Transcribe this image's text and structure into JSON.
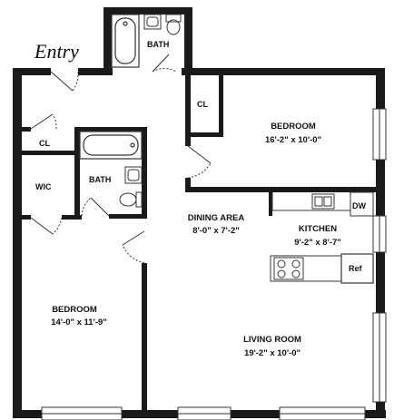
{
  "floorplan": {
    "entry_label": "Entry",
    "rooms": {
      "top_bath": {
        "name": "BATH"
      },
      "closet_right": {
        "name": "CL"
      },
      "bedroom_right": {
        "name": "BEDROOM",
        "size": "16'-2\" x 10'-0\""
      },
      "closet_left": {
        "name": "CL"
      },
      "walk_in_closet": {
        "name": "WIC"
      },
      "middle_bath": {
        "name": "BATH"
      },
      "dining": {
        "name": "DINING AREA",
        "size": "8'-0\" x 7'-2\""
      },
      "kitchen": {
        "name": "KITCHEN",
        "size": "9'-2\" x 8'-7\""
      },
      "dishwasher": {
        "name": "DW"
      },
      "refrigerator": {
        "name": "Ref"
      },
      "bedroom_left": {
        "name": "BEDROOM",
        "size": "14'-0\" x 11'-9\""
      },
      "living": {
        "name": "LIVING ROOM",
        "size": "19'-2\" x 10'-0\""
      }
    },
    "colors": {
      "wall": "#1a1a1a",
      "line": "#333333",
      "background": "#ffffff"
    }
  }
}
